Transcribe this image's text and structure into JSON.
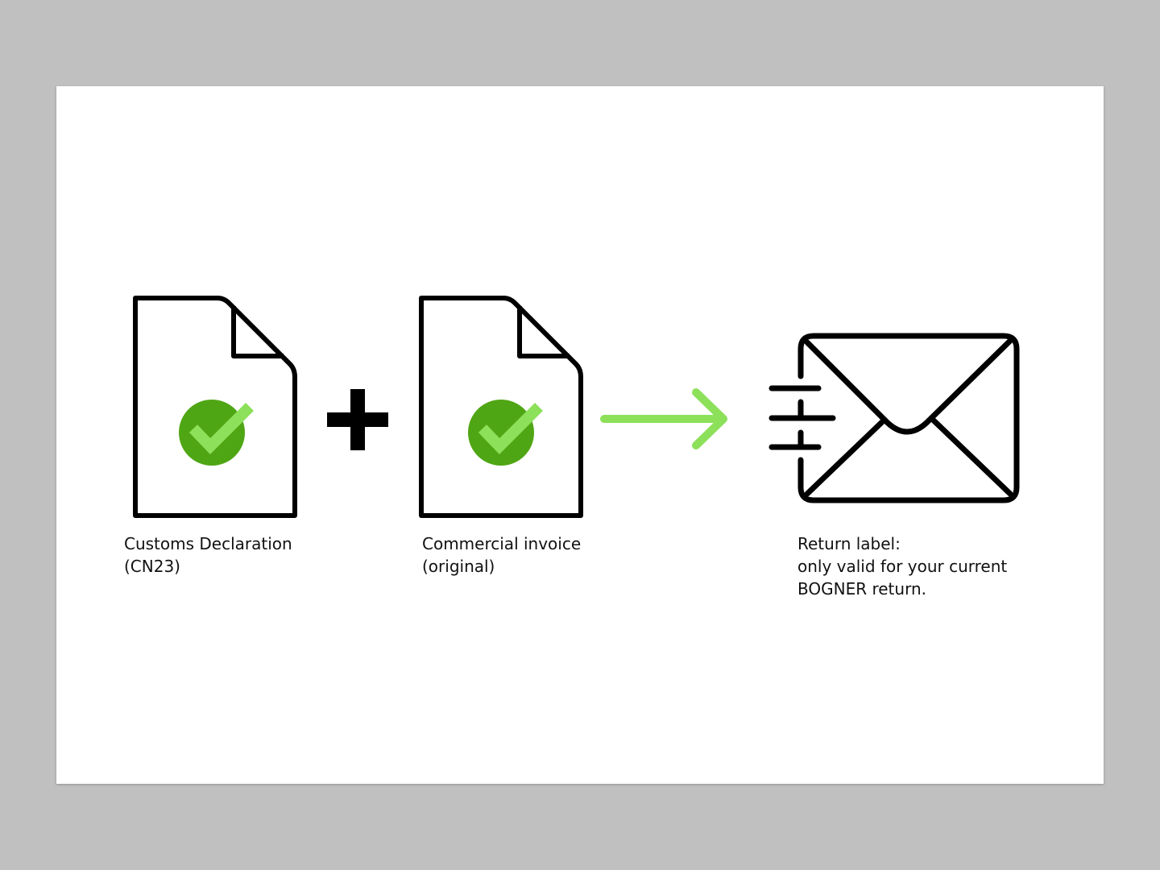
{
  "colors": {
    "page_background": "#c0c0c0",
    "card_background": "#ffffff",
    "stroke": "#000000",
    "check_circle": "#4fa614",
    "check_mark": "#8ce05a",
    "arrow": "#8ce05a"
  },
  "steps": [
    {
      "icon": "document-check-icon",
      "caption_lines": [
        "Customs Declaration",
        "(CN23)"
      ]
    },
    {
      "icon": "document-check-icon",
      "caption_lines": [
        "Commercial invoice",
        "(original)"
      ]
    },
    {
      "icon": "envelope-send-icon",
      "caption_lines": [
        "Return label:",
        "only valid for your current",
        "BOGNER return."
      ]
    }
  ],
  "connectors": [
    {
      "icon": "plus-icon"
    },
    {
      "icon": "arrow-right-icon"
    }
  ]
}
